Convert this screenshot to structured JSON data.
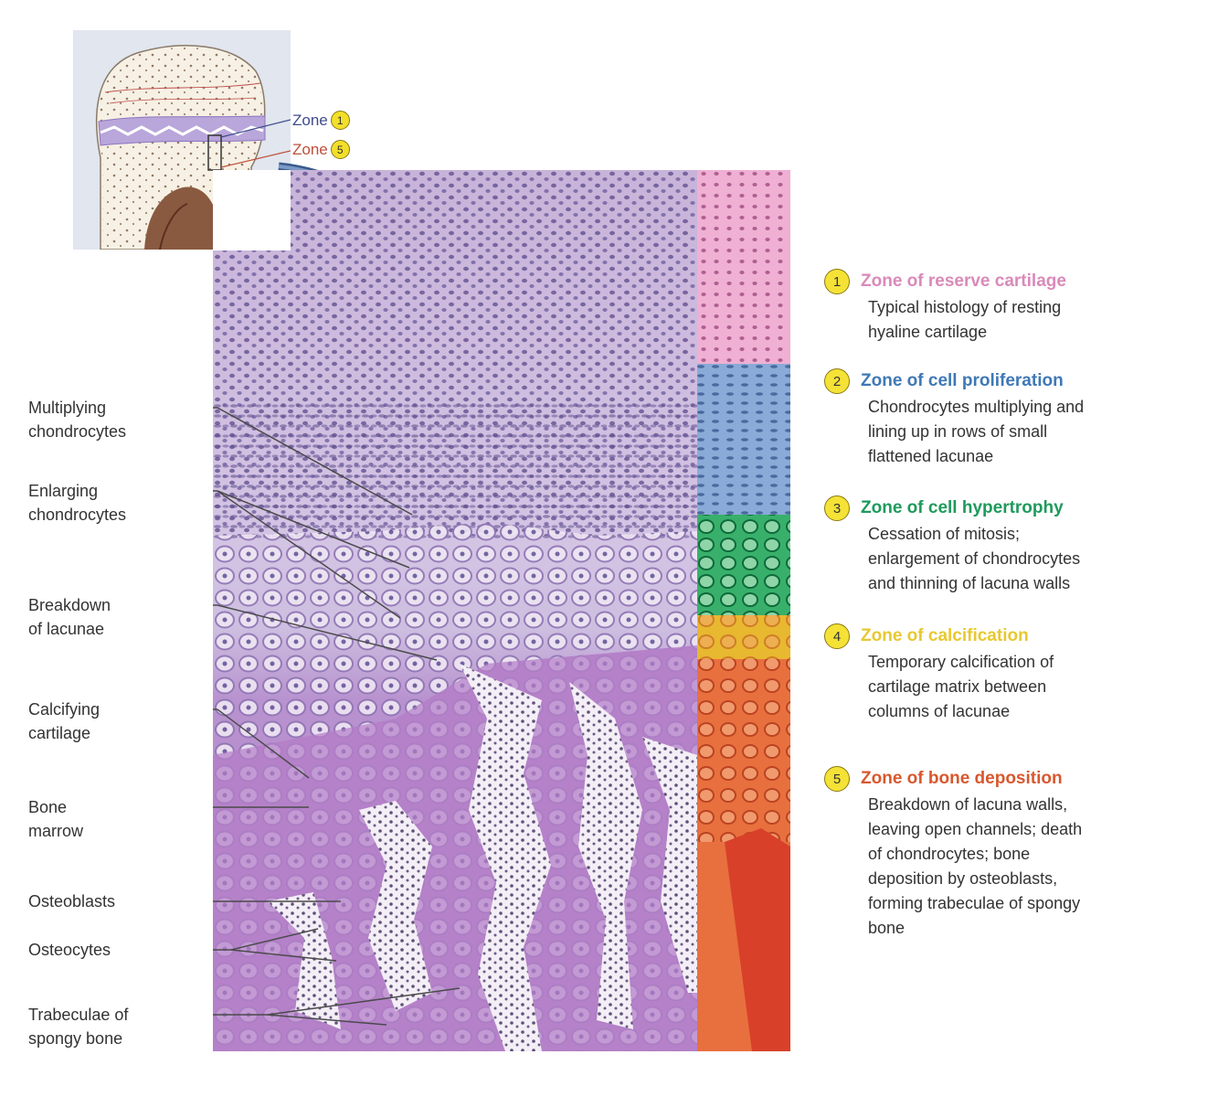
{
  "inset": {
    "zone_top": {
      "label": "Zone",
      "number": "1"
    },
    "zone_bottom": {
      "label": "Zone",
      "number": "5"
    }
  },
  "labels": [
    {
      "text": "Multiplying\nchondrocytes"
    },
    {
      "text": "Enlarging\nchondrocytes"
    },
    {
      "text": "Breakdown\nof lacunae"
    },
    {
      "text": "Calcifying\ncartilage"
    },
    {
      "text": "Bone\nmarrow"
    },
    {
      "text": "Osteoblasts"
    },
    {
      "text": "Osteocytes"
    },
    {
      "text": "Trabeculae of\nspongy bone"
    }
  ],
  "zones": [
    {
      "number": "1",
      "title": "Zone of reserve cartilage",
      "color": "#d98ab9",
      "description": "Typical histology of resting\nhyaline cartilage"
    },
    {
      "number": "2",
      "title": "Zone of cell proliferation",
      "color": "#3f78b5",
      "description": "Chondrocytes multiplying and\nlining up in rows of small\nflattened lacunae"
    },
    {
      "number": "3",
      "title": "Zone of cell hypertrophy",
      "color": "#1f9a5c",
      "description": "Cessation of mitosis;\nenlargement of chondrocytes\nand thinning of lacuna walls"
    },
    {
      "number": "4",
      "title": "Zone of calcification",
      "color": "#e8c830",
      "description": "Temporary calcification of\ncartilage matrix between\ncolumns of lacunae"
    },
    {
      "number": "5",
      "title": "Zone of bone deposition",
      "color": "#d8582e",
      "description": "Breakdown of lacuna walls,\nleaving open channels; death\nof chondrocytes; bone\ndeposition by osteoblasts,\nforming trabeculae of spongy\nbone"
    }
  ]
}
